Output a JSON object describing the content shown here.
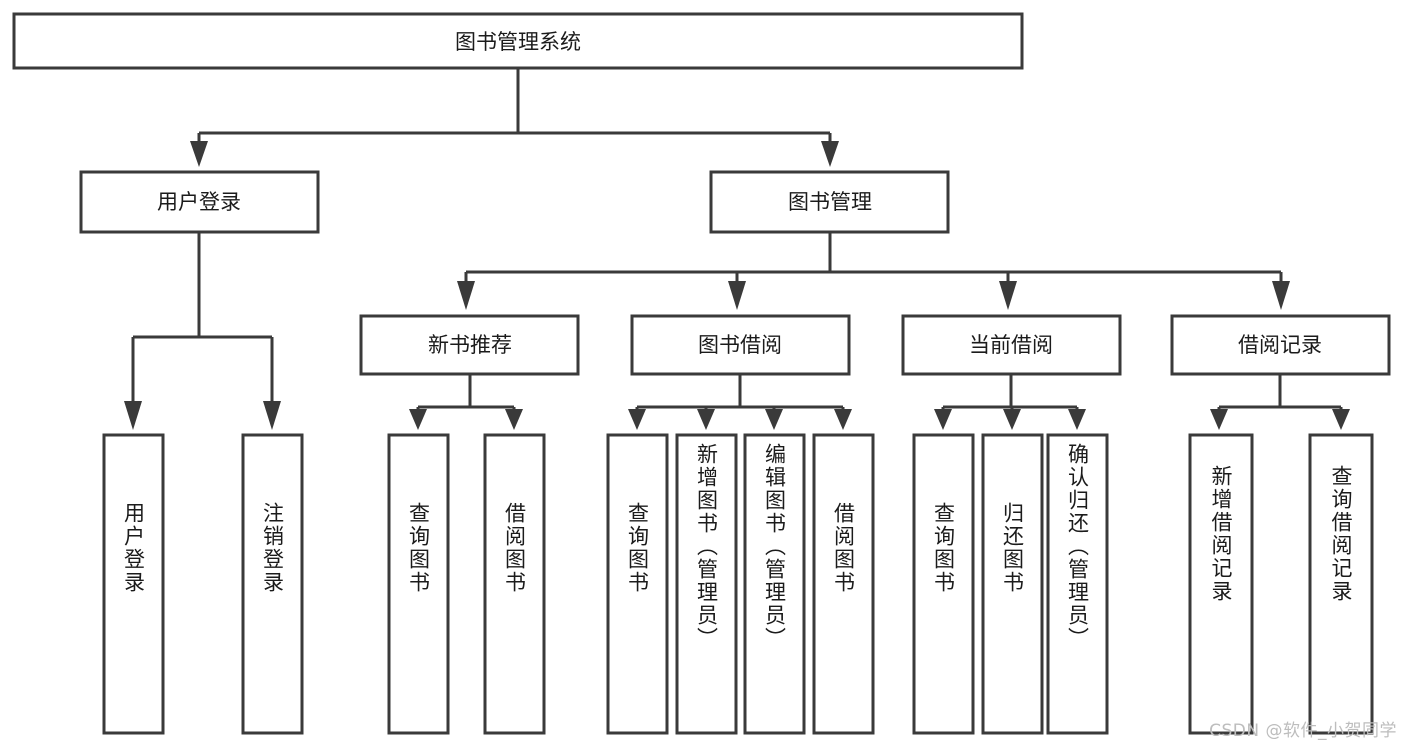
{
  "diagram": {
    "title": "图书管理系统",
    "type": "tree",
    "watermark": "CSDN @软件_小贺同学",
    "colors": {
      "stroke": "#3a3a3a",
      "fill": "#ffffff",
      "text": "#1b1b1b",
      "watermark": "#bdbdbd",
      "background": "#ffffff"
    },
    "levels": {
      "root": {
        "label": "图书管理系统"
      },
      "level1": [
        {
          "id": "user-login",
          "label": "用户登录"
        },
        {
          "id": "book-management",
          "label": "图书管理"
        }
      ],
      "level2": [
        {
          "id": "new-book-recommend",
          "label": "新书推荐"
        },
        {
          "id": "book-borrow",
          "label": "图书借阅"
        },
        {
          "id": "current-borrow",
          "label": "当前借阅"
        },
        {
          "id": "borrow-record",
          "label": "借阅记录"
        }
      ],
      "leaves": {
        "user-login": [
          {
            "id": "leaf-user-login",
            "label": "用户登录"
          },
          {
            "id": "leaf-logout-login",
            "label": "注销登录"
          }
        ],
        "new-book-recommend": [
          {
            "id": "leaf-query-book-1",
            "label": "查询图书"
          },
          {
            "id": "leaf-borrow-book-1",
            "label": "借阅图书"
          }
        ],
        "book-borrow": [
          {
            "id": "leaf-query-book-2",
            "label": "查询图书"
          },
          {
            "id": "leaf-add-book",
            "label": "新增图书（管理员）"
          },
          {
            "id": "leaf-edit-book",
            "label": "编辑图书（管理员）"
          },
          {
            "id": "leaf-borrow-book-2",
            "label": "借阅图书"
          }
        ],
        "current-borrow": [
          {
            "id": "leaf-query-book-3",
            "label": "查询图书"
          },
          {
            "id": "leaf-return-book",
            "label": "归还图书"
          },
          {
            "id": "leaf-confirm-return",
            "label": "确认归还（管理员）"
          }
        ],
        "borrow-record": [
          {
            "id": "leaf-add-record",
            "label": "新增借阅记录"
          },
          {
            "id": "leaf-query-record",
            "label": "查询借阅记录"
          }
        ]
      }
    }
  }
}
